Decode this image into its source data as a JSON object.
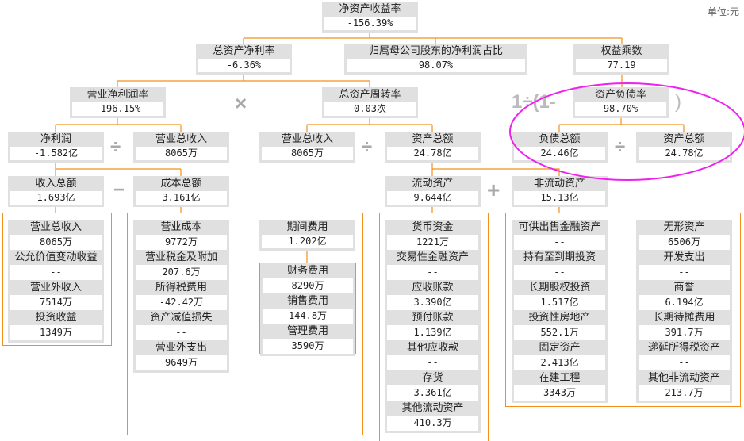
{
  "unit_label": "单位:元",
  "nodes": {
    "roe": {
      "label": "净资产收益率",
      "value": "-156.39%"
    },
    "roa": {
      "label": "总资产净利率",
      "value": "-6.36%"
    },
    "parent_share": {
      "label": "归属母公司股东的净利润占比",
      "value": "98.07%"
    },
    "equity_multiplier": {
      "label": "权益乘数",
      "value": "77.19"
    },
    "net_margin": {
      "label": "营业净利润率",
      "value": "-196.15%"
    },
    "asset_turnover": {
      "label": "总资产周转率",
      "value": "0.03次"
    },
    "debt_ratio": {
      "label": "资产负债率",
      "value": "98.70%"
    },
    "net_profit": {
      "label": "净利润",
      "value": "-1.582亿"
    },
    "revenue_a": {
      "label": "营业总收入",
      "value": "8065万"
    },
    "revenue_b": {
      "label": "营业总收入",
      "value": "8065万"
    },
    "total_assets_a": {
      "label": "资产总额",
      "value": "24.78亿"
    },
    "total_liabilities": {
      "label": "负债总额",
      "value": "24.46亿"
    },
    "total_assets_b": {
      "label": "资产总额",
      "value": "24.78亿"
    },
    "total_income": {
      "label": "收入总额",
      "value": "1.693亿"
    },
    "total_cost": {
      "label": "成本总额",
      "value": "3.161亿"
    },
    "current_assets": {
      "label": "流动资产",
      "value": "9.644亿"
    },
    "noncurrent_assets": {
      "label": "非流动资产",
      "value": "15.13亿"
    },
    "period_expenses": {
      "label": "期间费用",
      "value": "1.202亿"
    }
  },
  "operators": {
    "multiply": "×",
    "divide": "÷",
    "minus": "−",
    "plus": "+",
    "equity_prefix": "1÷(1-",
    "equity_suffix": ")"
  },
  "groups": {
    "income": [
      {
        "label": "营业总收入",
        "value": "8065万"
      },
      {
        "label": "公允价值变动收益",
        "value": "--"
      },
      {
        "label": "营业外收入",
        "value": "7514万"
      },
      {
        "label": "投资收益",
        "value": "1349万"
      }
    ],
    "cost": [
      {
        "label": "营业成本",
        "value": "9772万"
      },
      {
        "label": "营业税金及附加",
        "value": "207.6万"
      },
      {
        "label": "所得税费用",
        "value": "-42.42万"
      },
      {
        "label": "资产减值损失",
        "value": "--"
      },
      {
        "label": "营业外支出",
        "value": "9649万"
      }
    ],
    "period_sub": [
      {
        "label": "财务费用",
        "value": "8290万"
      },
      {
        "label": "销售费用",
        "value": "144.8万"
      },
      {
        "label": "管理费用",
        "value": "3590万"
      }
    ],
    "current": [
      {
        "label": "货币资金",
        "value": "1221万"
      },
      {
        "label": "交易性金融资产",
        "value": "--"
      },
      {
        "label": "应收账款",
        "value": "3.390亿"
      },
      {
        "label": "预付账款",
        "value": "1.139亿"
      },
      {
        "label": "其他应收款",
        "value": "--"
      },
      {
        "label": "存货",
        "value": "3.361亿"
      },
      {
        "label": "其他流动资产",
        "value": "410.3万"
      }
    ],
    "noncurrent_left": [
      {
        "label": "可供出售金融资产",
        "value": "--"
      },
      {
        "label": "持有至到期投资",
        "value": "--"
      },
      {
        "label": "长期股权投资",
        "value": "1.517亿"
      },
      {
        "label": "投资性房地产",
        "value": "552.1万"
      },
      {
        "label": "固定资产",
        "value": "2.413亿"
      },
      {
        "label": "在建工程",
        "value": "3343万"
      }
    ],
    "noncurrent_right": [
      {
        "label": "无形资产",
        "value": "6506万"
      },
      {
        "label": "开发支出",
        "value": "--"
      },
      {
        "label": "商誉",
        "value": "6.194亿"
      },
      {
        "label": "长期待摊费用",
        "value": "391.7万"
      },
      {
        "label": "递延所得税资产",
        "value": "--"
      },
      {
        "label": "其他非流动资产",
        "value": "213.7万"
      }
    ]
  },
  "colors": {
    "connector": "#f39019",
    "highlight": "#ee22ee",
    "box": "#e0e0e0"
  }
}
